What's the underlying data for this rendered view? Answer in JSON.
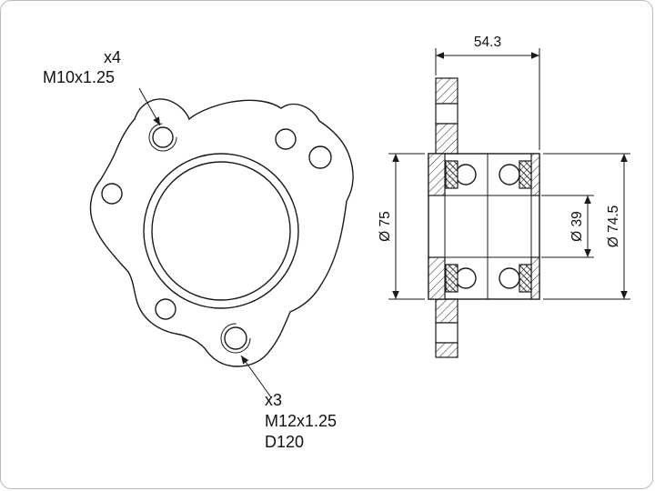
{
  "front_view": {
    "thread_callout_top": {
      "qty": "x4",
      "spec": "M10x1.25"
    },
    "thread_callout_bottom": {
      "qty": "x3",
      "spec": "M12x1.25",
      "pcd": "D120"
    }
  },
  "section_view": {
    "dim_width": "54.3",
    "dim_flange_od": "Ø 75",
    "dim_bore": "Ø 39",
    "dim_hub_od": "Ø 74.5"
  },
  "colors": {
    "line": "#1a1a1a",
    "background": "#ffffff",
    "frame": "#b8bcc0"
  }
}
